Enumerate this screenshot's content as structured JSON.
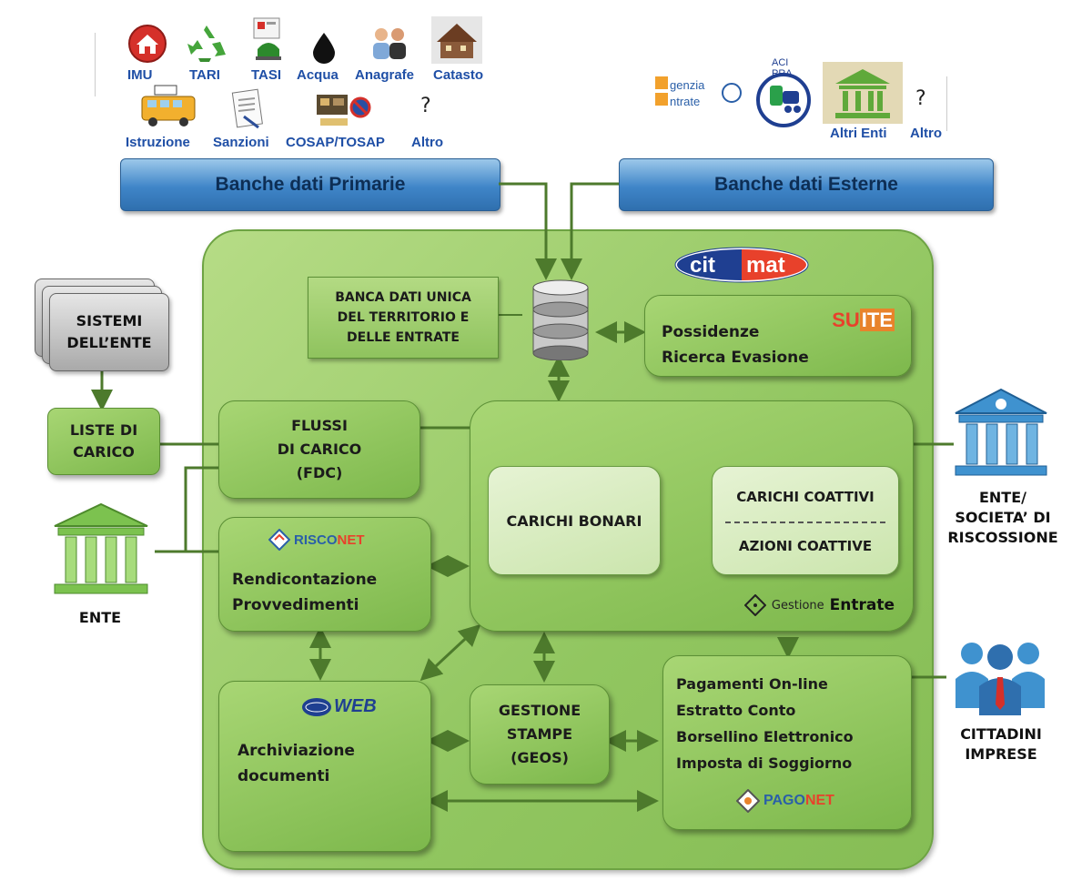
{
  "primary_icons": {
    "row1": [
      {
        "label": "IMU",
        "icon": "house-icon"
      },
      {
        "label": "TARI",
        "icon": "recycle-icon"
      },
      {
        "label": "TASI",
        "icon": "tasi-icon"
      },
      {
        "label": "Acqua",
        "icon": "water-drop-icon"
      },
      {
        "label": "Anagrafe",
        "icon": "people-icon"
      },
      {
        "label": "Catasto",
        "icon": "building-icon"
      }
    ],
    "row2": [
      {
        "label": "Istruzione",
        "icon": "school-bus-icon"
      },
      {
        "label": "Sanzioni",
        "icon": "fine-document-icon"
      },
      {
        "label": "COSAP/TOSAP",
        "icon": "street-sign-icon"
      },
      {
        "label": "Altro",
        "icon": "question-icon",
        "glyph": "?"
      }
    ]
  },
  "external_icons": [
    {
      "label": "",
      "icon": "agenzia-entrate-logo",
      "logo_text_1": "genzia",
      "logo_text_2": "ntrate"
    },
    {
      "label": "",
      "icon": "aci-pra-logo",
      "logo_text_1": "ACI",
      "logo_text_2": "PRA"
    },
    {
      "label": "Altri Enti",
      "icon": "institution-icon"
    },
    {
      "label": "Altro",
      "icon": "question-icon",
      "glyph": "?"
    }
  ],
  "headers": {
    "primary": "Banche dati Primarie",
    "external": "Banche dati Esterne"
  },
  "citymat_logo": {
    "part1": "cit",
    "part2": "mat"
  },
  "banca_dati": [
    "BANCA DATI UNICA",
    "DEL TERRITORIO E",
    "DELLE ENTRATE"
  ],
  "suite": {
    "lines": [
      "Possidenze",
      "Ricerca Evasione"
    ],
    "logo_a": "SU",
    "logo_b": "ITE"
  },
  "sistemi": [
    "SISTEMI",
    "DELL’ENTE"
  ],
  "liste": [
    "LISTE DI",
    "CARICO"
  ],
  "ente_label": "ENTE",
  "flussi": [
    "FLUSSI",
    "DI CARICO",
    "(FDC)"
  ],
  "carichi_bonari": "CARICHI BONARI",
  "carichi_coattivi": "CARICHI COATTIVI",
  "azioni_coattive": "AZIONI COATTIVE",
  "gestione_entrate": {
    "a": "Gestione",
    "b": "Entrate"
  },
  "risconet": {
    "logo_a": "RISCO",
    "logo_b": "NET",
    "lines": [
      "Rendicontazione",
      "Provvedimenti"
    ]
  },
  "archivio": {
    "logo": "WEB",
    "lines": [
      "Archiviazione",
      "documenti"
    ]
  },
  "stampe": [
    "GESTIONE",
    "STAMPE",
    "(GEOS)"
  ],
  "pagamenti": {
    "lines": [
      "Pagamenti On-line",
      "Estratto Conto",
      "Borsellino Elettronico",
      "Imposta di Soggiorno"
    ],
    "logo_a": "PAGO",
    "logo_b": "NET"
  },
  "riscossione": [
    "ENTE/",
    "SOCIETA’ DI",
    "RISCOSSIONE"
  ],
  "cittadini": [
    "CITTADINI",
    "IMPRESE"
  ],
  "colors": {
    "panel": "#91c660",
    "box": "#7db84c",
    "header": "#3f85c8",
    "arrow": "#4d7a2c",
    "citymat_red": "#e8412b",
    "citymat_blue": "#1f3f91"
  }
}
